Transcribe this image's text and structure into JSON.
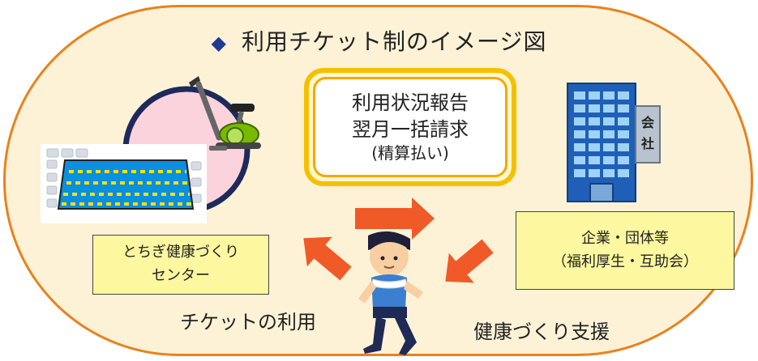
{
  "title": {
    "marker": "◆",
    "text": "利用チケット制のイメージ図"
  },
  "center_box": {
    "line1": "利用状況報告",
    "line2": "翌月一括請求",
    "line3": "(精算払い)"
  },
  "left_box": {
    "line1": "とちぎ健康づくり",
    "line2": "センター"
  },
  "right_box": {
    "line1": "企業・団体等",
    "line2": "（福利厚生・互助会）"
  },
  "captions": {
    "left": "チケットの利用",
    "right": "健康づくり支援"
  },
  "building": {
    "sign_top": "会",
    "sign_bottom": "社"
  },
  "colors": {
    "capsule_border": "#e8821e",
    "capsule_fill": "#fdf2d6",
    "box_fill": "#fdf7a0",
    "center_border": "#f5c000",
    "arrow": "#f05a28",
    "title_marker": "#1f3a93"
  },
  "icons": [
    "pool-illustration",
    "exercise-bike-illustration",
    "office-building-illustration",
    "running-person-illustration",
    "arrow-right-icon",
    "arrow-left-up-icon",
    "arrow-left-down-icon"
  ]
}
